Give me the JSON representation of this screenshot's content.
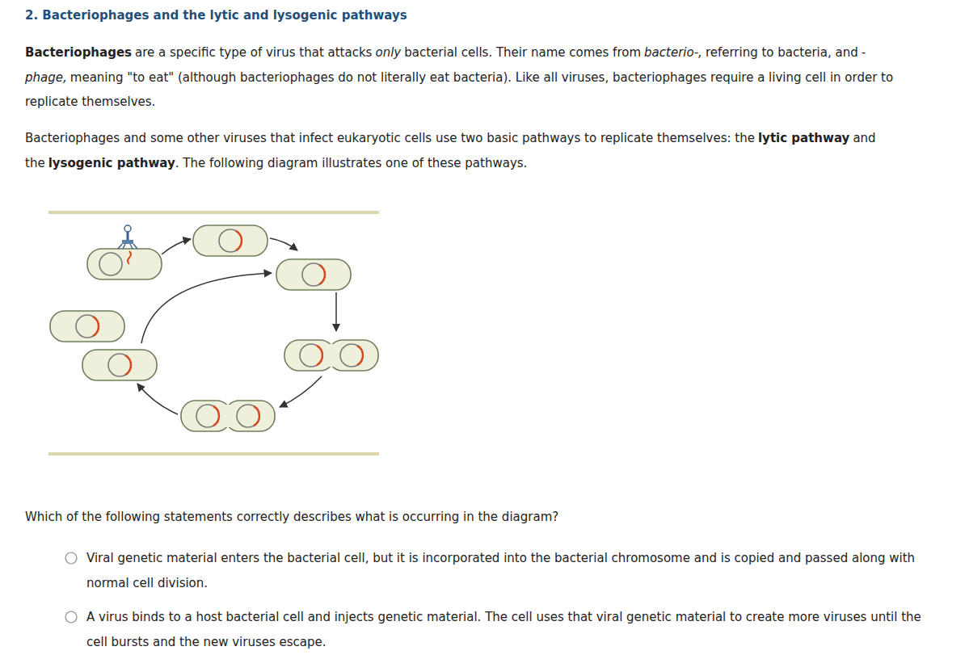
{
  "diagram": {
    "title": "2. Bacteriophages and the lytic and lysogenic pathways",
    "labels": [
      "Bacteriophages",
      "are a specific type of virus that attacks",
      "only",
      "bacterial cells. Their name comes from",
      "bacterio-,",
      "referring to bacteria, and",
      "-phage,",
      "meaning \"to eat\" (although bacteriophages do not literally eat bacteria). Like all viruses, bacteriophages require a living cell in order to replicate themselves.",
      "Bacteriophages and some other viruses that infect eukaryotic cells use two basic pathways to replicate themselves: the",
      "lytic pathway",
      "and the",
      "lysogenic pathway",
      ". The following diagram illustrates one of these pathways.",
      "Which of the following statements correctly describes what is occurring in the diagram?",
      "Viral genetic material enters the bacterial cell, but it is incorporated into the bacterial chromosome and is copied and passed along with normal cell division.",
      "A virus binds to a host bacterial cell and injects genetic material. The cell uses that viral genetic material to create more viruses until the cell bursts and the new viruses escape."
    ]
  }
}
